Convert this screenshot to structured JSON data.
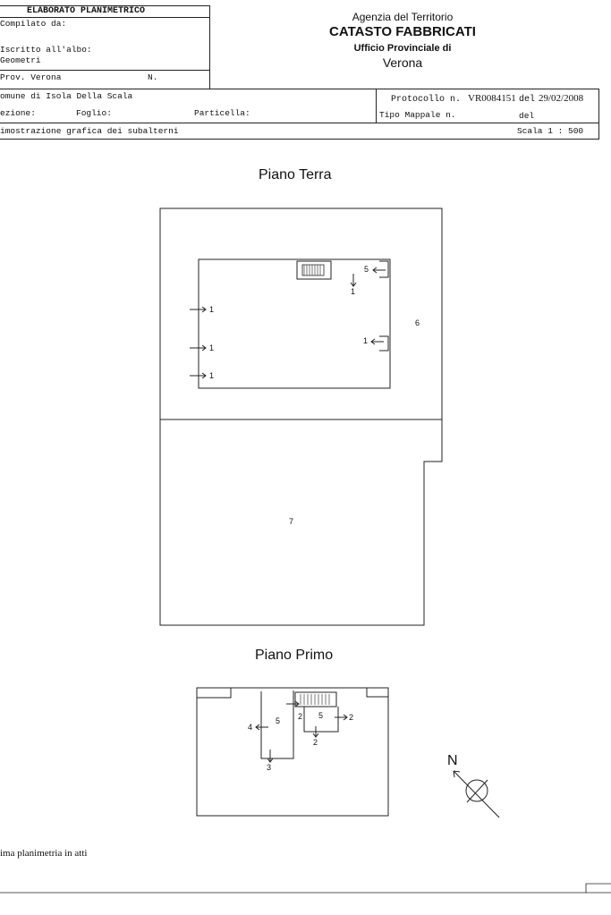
{
  "header": {
    "title": "ELABORATO PLANIMETRICO",
    "compilato": "Compilato da:",
    "iscritto": "Iscritto all'albo:",
    "albo": "Geometri",
    "prov": "Prov. Verona",
    "n": "N.",
    "agency_line1": "Agenzia del Territorio",
    "agency_line2": "CATASTO FABBRICATI",
    "agency_line3": "Ufficio Provinciale di",
    "agency_line4": "Verona"
  },
  "info": {
    "comune": "omune di Isola Della Scala",
    "sezione": "ezione:",
    "foglio": "Foglio:",
    "particella": "Particella:",
    "protocollo_label": "Protocollo n.",
    "protocollo_value": "VR0084151",
    "del_label": "del",
    "date": "29/02/2008",
    "tipo_mappale": "Tipo Mappale n.",
    "del2": "del",
    "dimostrazione": "imostrazione grafica dei subalterni",
    "scala": "Scala 1 : 500"
  },
  "plan_ground": {
    "title": "Piano Terra",
    "labels": [
      "1",
      "1",
      "1",
      "5",
      "1",
      "1",
      "6",
      "7"
    ]
  },
  "plan_first": {
    "title": "Piano Primo",
    "labels": [
      "5",
      "5",
      "2",
      "2",
      "2",
      "4",
      "3"
    ]
  },
  "compass": {
    "label": "N"
  },
  "footer": {
    "note": "ima planimetria in atti"
  }
}
